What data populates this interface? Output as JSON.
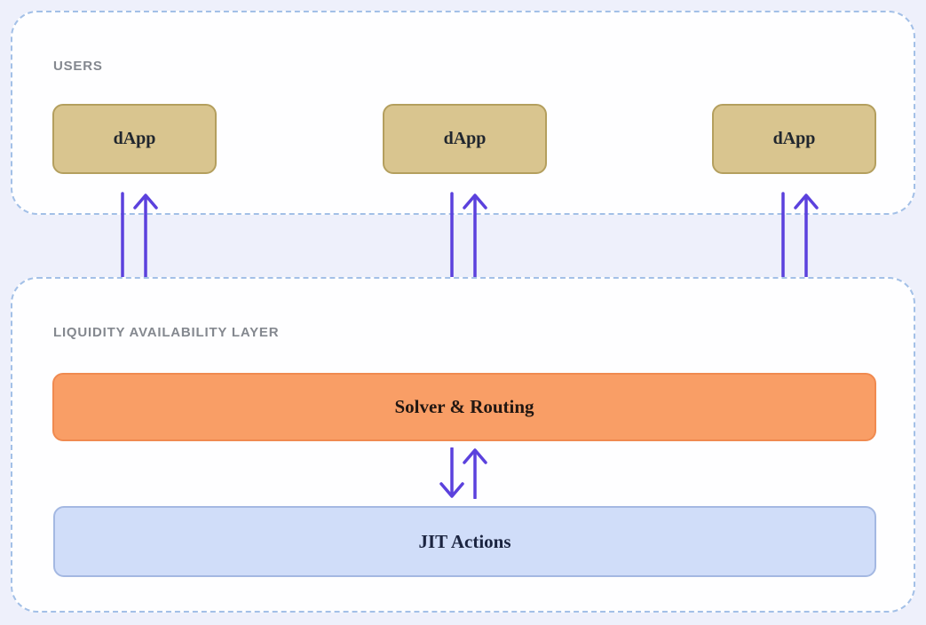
{
  "sections": {
    "users": {
      "label": "USERS"
    },
    "liquidity": {
      "label": "LIQUIDITY AVAILABILITY LAYER"
    }
  },
  "nodes": {
    "dapps": [
      {
        "label": "dApp"
      },
      {
        "label": "dApp"
      },
      {
        "label": "dApp"
      }
    ],
    "solver": {
      "label": "Solver & Routing"
    },
    "jit": {
      "label": "JIT Actions"
    }
  },
  "connections": [
    {
      "from": "dApp 1",
      "to": "Liquidity Availability Layer",
      "type": "bidirectional-arrow"
    },
    {
      "from": "dApp 2",
      "to": "Liquidity Availability Layer",
      "type": "bidirectional-arrow"
    },
    {
      "from": "dApp 3",
      "to": "Liquidity Availability Layer",
      "type": "bidirectional-arrow"
    },
    {
      "from": "Solver & Routing",
      "to": "JIT Actions",
      "type": "bidirectional-arrow"
    }
  ],
  "colors": {
    "page_background": "#eef0fb",
    "panel_background": "#fefeff",
    "panel_border": "#a3c0e7",
    "section_label": "#84888f",
    "dapp_fill": "#d9c58f",
    "dapp_border": "#b49f5e",
    "solver_fill": "#f99e66",
    "solver_border": "#f08a50",
    "jit_fill": "#d0ddf9",
    "jit_border": "#a4b8e2",
    "arrow": "#5b41dd"
  }
}
